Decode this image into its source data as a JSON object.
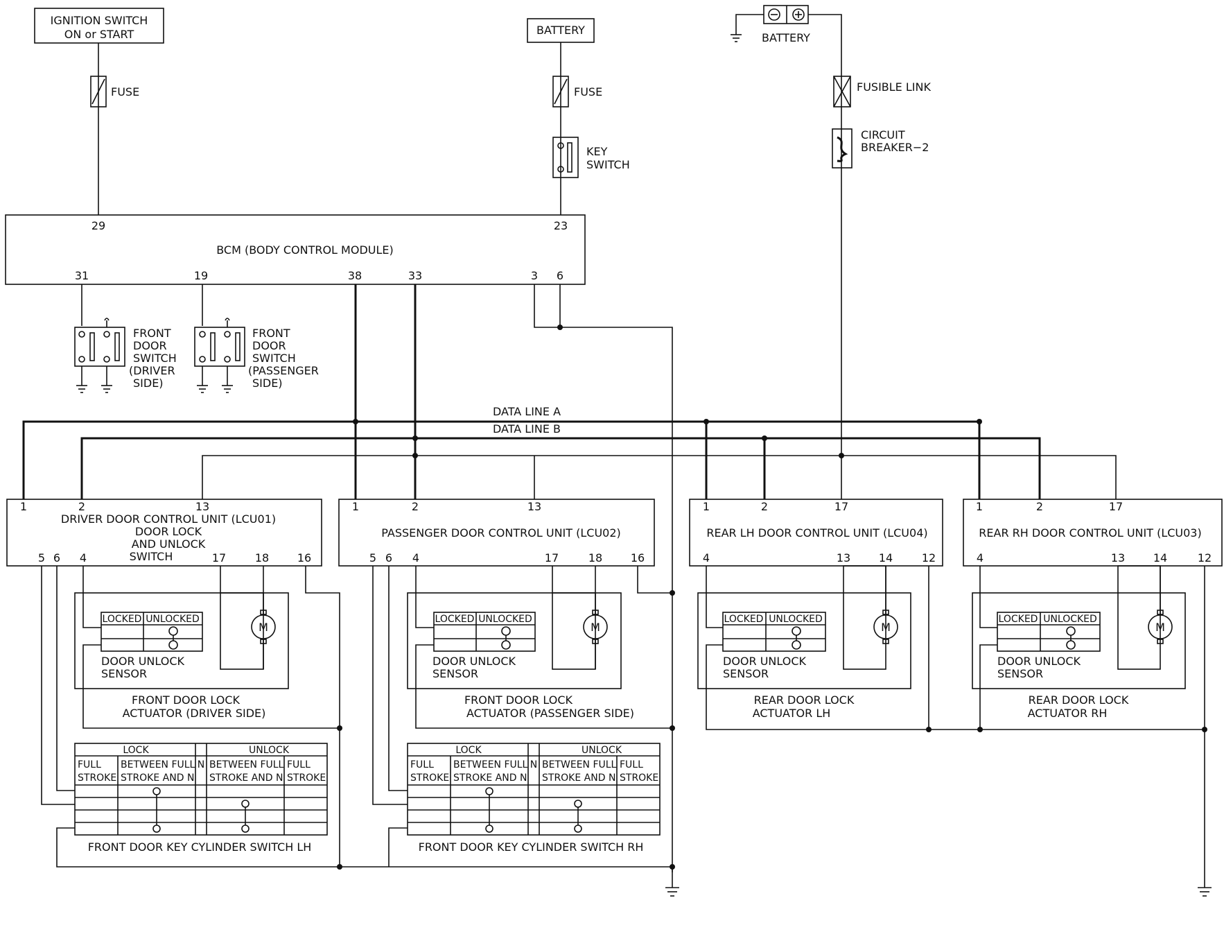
{
  "sources": {
    "ignition": {
      "line1": "IGNITION SWITCH",
      "line2": "ON or START"
    },
    "battery1": "BATTERY",
    "battery2": "BATTERY",
    "fuse1": "FUSE",
    "fuse2": "FUSE",
    "key_switch": {
      "line1": "KEY",
      "line2": "SWITCH"
    },
    "fusible_link": "FUSIBLE LINK",
    "circuit_breaker": {
      "line1": "CIRCUIT",
      "line2": "BREAKER−2"
    }
  },
  "bcm": {
    "label": "BCM (BODY CONTROL MODULE)",
    "pins": {
      "p29": "29",
      "p23": "23",
      "p31": "31",
      "p19": "19",
      "p38": "38",
      "p33": "33",
      "p3": "3",
      "p6": "6"
    }
  },
  "door_switches": {
    "driver": {
      "l1": "FRONT",
      "l2": "DOOR",
      "l3": "SWITCH",
      "l4": "(DRIVER",
      "l5": "SIDE)"
    },
    "passenger": {
      "l1": "FRONT",
      "l2": "DOOR",
      "l3": "SWITCH",
      "l4": "(PASSENGER",
      "l5": "SIDE)"
    }
  },
  "data_lines": {
    "a": "DATA LINE A",
    "b": "DATA LINE B"
  },
  "units": {
    "driver": {
      "l1": "DRIVER DOOR CONTROL UNIT (LCU01)",
      "l2": "DOOR LOCK",
      "l3": "AND UNLOCK",
      "l4": "SWITCH",
      "top_pins": {
        "a": "1",
        "b": "2",
        "c": "13"
      },
      "bottom_pins": {
        "a": "5",
        "b": "6",
        "c": "4",
        "d": "17",
        "e": "18",
        "f": "16"
      }
    },
    "passenger": {
      "l1": "PASSENGER DOOR CONTROL UNIT (LCU02)",
      "top_pins": {
        "a": "1",
        "b": "2",
        "c": "13"
      },
      "bottom_pins": {
        "a": "5",
        "b": "6",
        "c": "4",
        "d": "17",
        "e": "18",
        "f": "16"
      }
    },
    "rear_lh": {
      "l1": "REAR LH DOOR CONTROL UNIT (LCU04)",
      "top_pins": {
        "a": "1",
        "b": "2",
        "c": "17"
      },
      "bottom_pins": {
        "a": "4",
        "b": "13",
        "c": "14",
        "d": "12"
      }
    },
    "rear_rh": {
      "l1": "REAR RH DOOR CONTROL UNIT (LCU03)",
      "top_pins": {
        "a": "1",
        "b": "2",
        "c": "17"
      },
      "bottom_pins": {
        "a": "4",
        "b": "13",
        "c": "14",
        "d": "12"
      }
    }
  },
  "actuators": {
    "locked": "LOCKED",
    "unlocked": "UNLOCKED",
    "motor": "M",
    "sensor": {
      "l1": "DOOR UNLOCK",
      "l2": "SENSOR"
    },
    "driver": {
      "l1": "FRONT DOOR LOCK",
      "l2": "ACTUATOR (DRIVER SIDE)"
    },
    "passenger": {
      "l1": "FRONT DOOR LOCK",
      "l2": "ACTUATOR (PASSENGER SIDE)"
    },
    "rear_lh": {
      "l1": "REAR DOOR LOCK",
      "l2": "ACTUATOR LH"
    },
    "rear_rh": {
      "l1": "REAR DOOR LOCK",
      "l2": "ACTUATOR RH"
    }
  },
  "key_cylinder": {
    "lock": "LOCK",
    "unlock": "UNLOCK",
    "n": "N",
    "full": "FULL",
    "stroke": "STROKE",
    "between": "BETWEEN FULL",
    "stroke_n": "STROKE AND N",
    "lh": "FRONT DOOR KEY CYLINDER SWITCH LH",
    "rh": "FRONT DOOR KEY CYLINDER SWITCH RH"
  }
}
